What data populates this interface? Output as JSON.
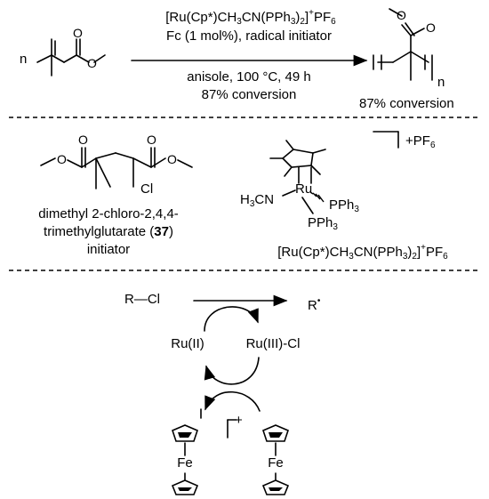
{
  "reaction": {
    "n_label": "n",
    "catalyst_main": "[Ru(Cp*)CH",
    "catalyst_sub3": "3",
    "catalyst_mid": "CN(PPh",
    "catalyst_sub3b": "3",
    "catalyst_close": ")",
    "catalyst_sub2": "2",
    "catalyst_end": "]",
    "catalyst_plus": "+",
    "catalyst_pf": "PF",
    "catalyst_sub6": "6",
    "line2": "Fc (1 mol%), radical initiator",
    "conditions": "anisole, 100 °C, 49 h",
    "conversion_arrow": "87% conversion",
    "product_n": "n",
    "conversion_product": "87% conversion"
  },
  "initiator": {
    "cl_label": "Cl",
    "name_line1": "dimethyl 2-chloro-2,4,4-",
    "name_line2_pre": "trimethylglutarate (",
    "name_num": "37",
    "name_line2_post": ")",
    "role": "initiator"
  },
  "complex": {
    "charge": "+PF",
    "charge_sub": "6",
    "h3ccn": "H",
    "h3ccn_sub": "3",
    "h3ccn_post": "CN",
    "ru": "Ru",
    "pph3_a": "PPh",
    "pph3_a_sub": "3",
    "pph3_b": "PPh",
    "pph3_b_sub": "3",
    "formula_main": "[Ru(Cp*)CH",
    "formula_sub3": "3",
    "formula_mid": "CN(PPh",
    "formula_sub3b": "3",
    "formula_close": ")",
    "formula_sub2": "2",
    "formula_end": "]",
    "formula_plus": "+",
    "formula_pf": "PF",
    "formula_sub6": "6"
  },
  "mechanism": {
    "rcl": "R—Cl",
    "radical": "R",
    "radical_dot": "•",
    "ru2": "Ru(II)",
    "ru3": "Ru(III)-Cl",
    "fe_left": "Fe",
    "fe_right": "Fe",
    "fc_plus": "+"
  }
}
